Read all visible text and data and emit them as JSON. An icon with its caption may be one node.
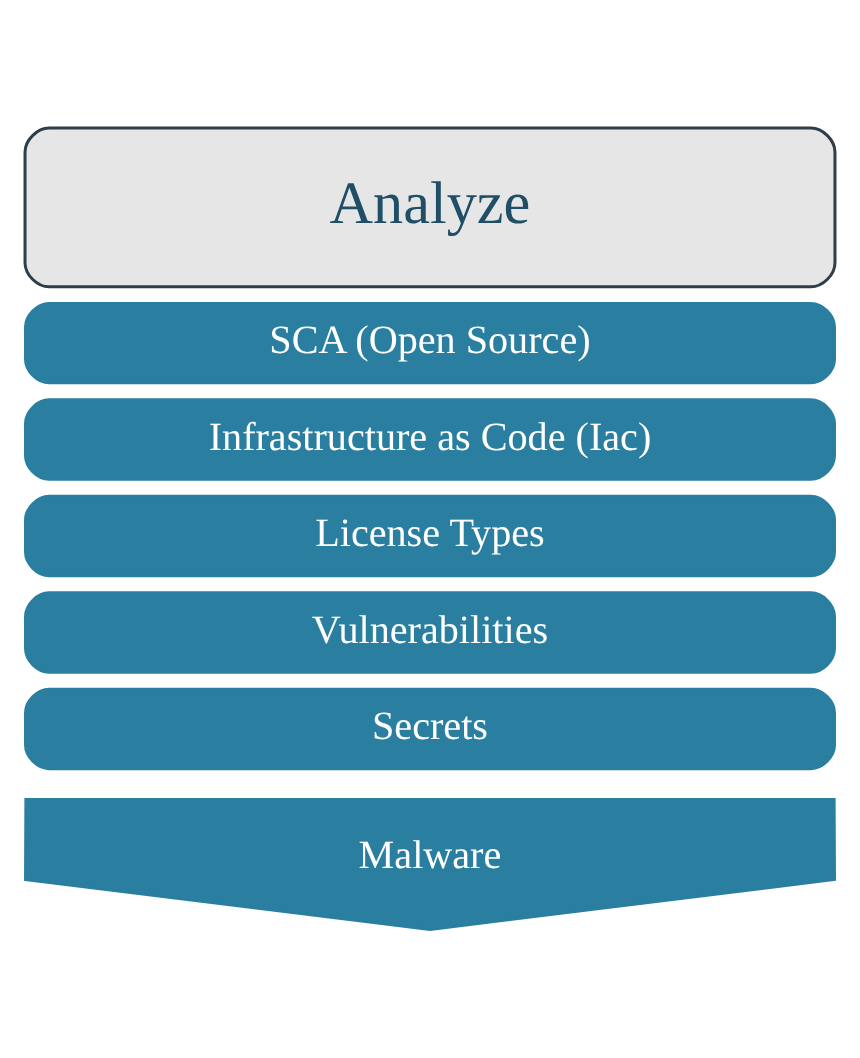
{
  "diagram": {
    "nodes": [
      {
        "text": [
          "Analyze"
        ]
      },
      {
        "text": [
          "SCA (Open Source)"
        ]
      },
      {
        "text": [
          "Infrastructure as Code (Iac)"
        ]
      },
      {
        "text": [
          "License Types"
        ]
      },
      {
        "text": [
          "Vulnerabilities"
        ]
      },
      {
        "text": [
          "Secrets"
        ]
      },
      {
        "text": [
          "Malware"
        ]
      }
    ]
  }
}
